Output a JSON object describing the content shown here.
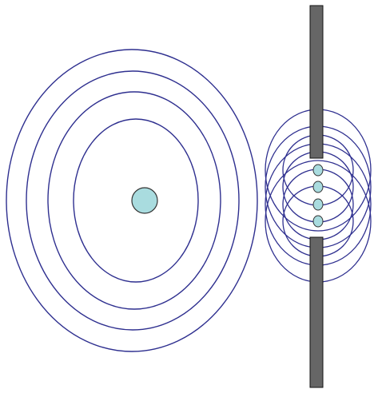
{
  "colors": {
    "background": "#ffffff",
    "wavefront_stroke": "#2e2f8f",
    "source_fill": "#a9dcdf",
    "source_stroke": "#333333",
    "barrier_fill": "#666666",
    "barrier_stroke": "#111111"
  },
  "diagram": {
    "main_source": {
      "shape": "circle",
      "wavefront_count": 4
    },
    "barrier": {
      "shape": "vertical-wall-with-gap",
      "segments": 2
    },
    "secondary_sources": {
      "shape": "circle",
      "count": 4,
      "wavefronts_each": 2
    }
  }
}
